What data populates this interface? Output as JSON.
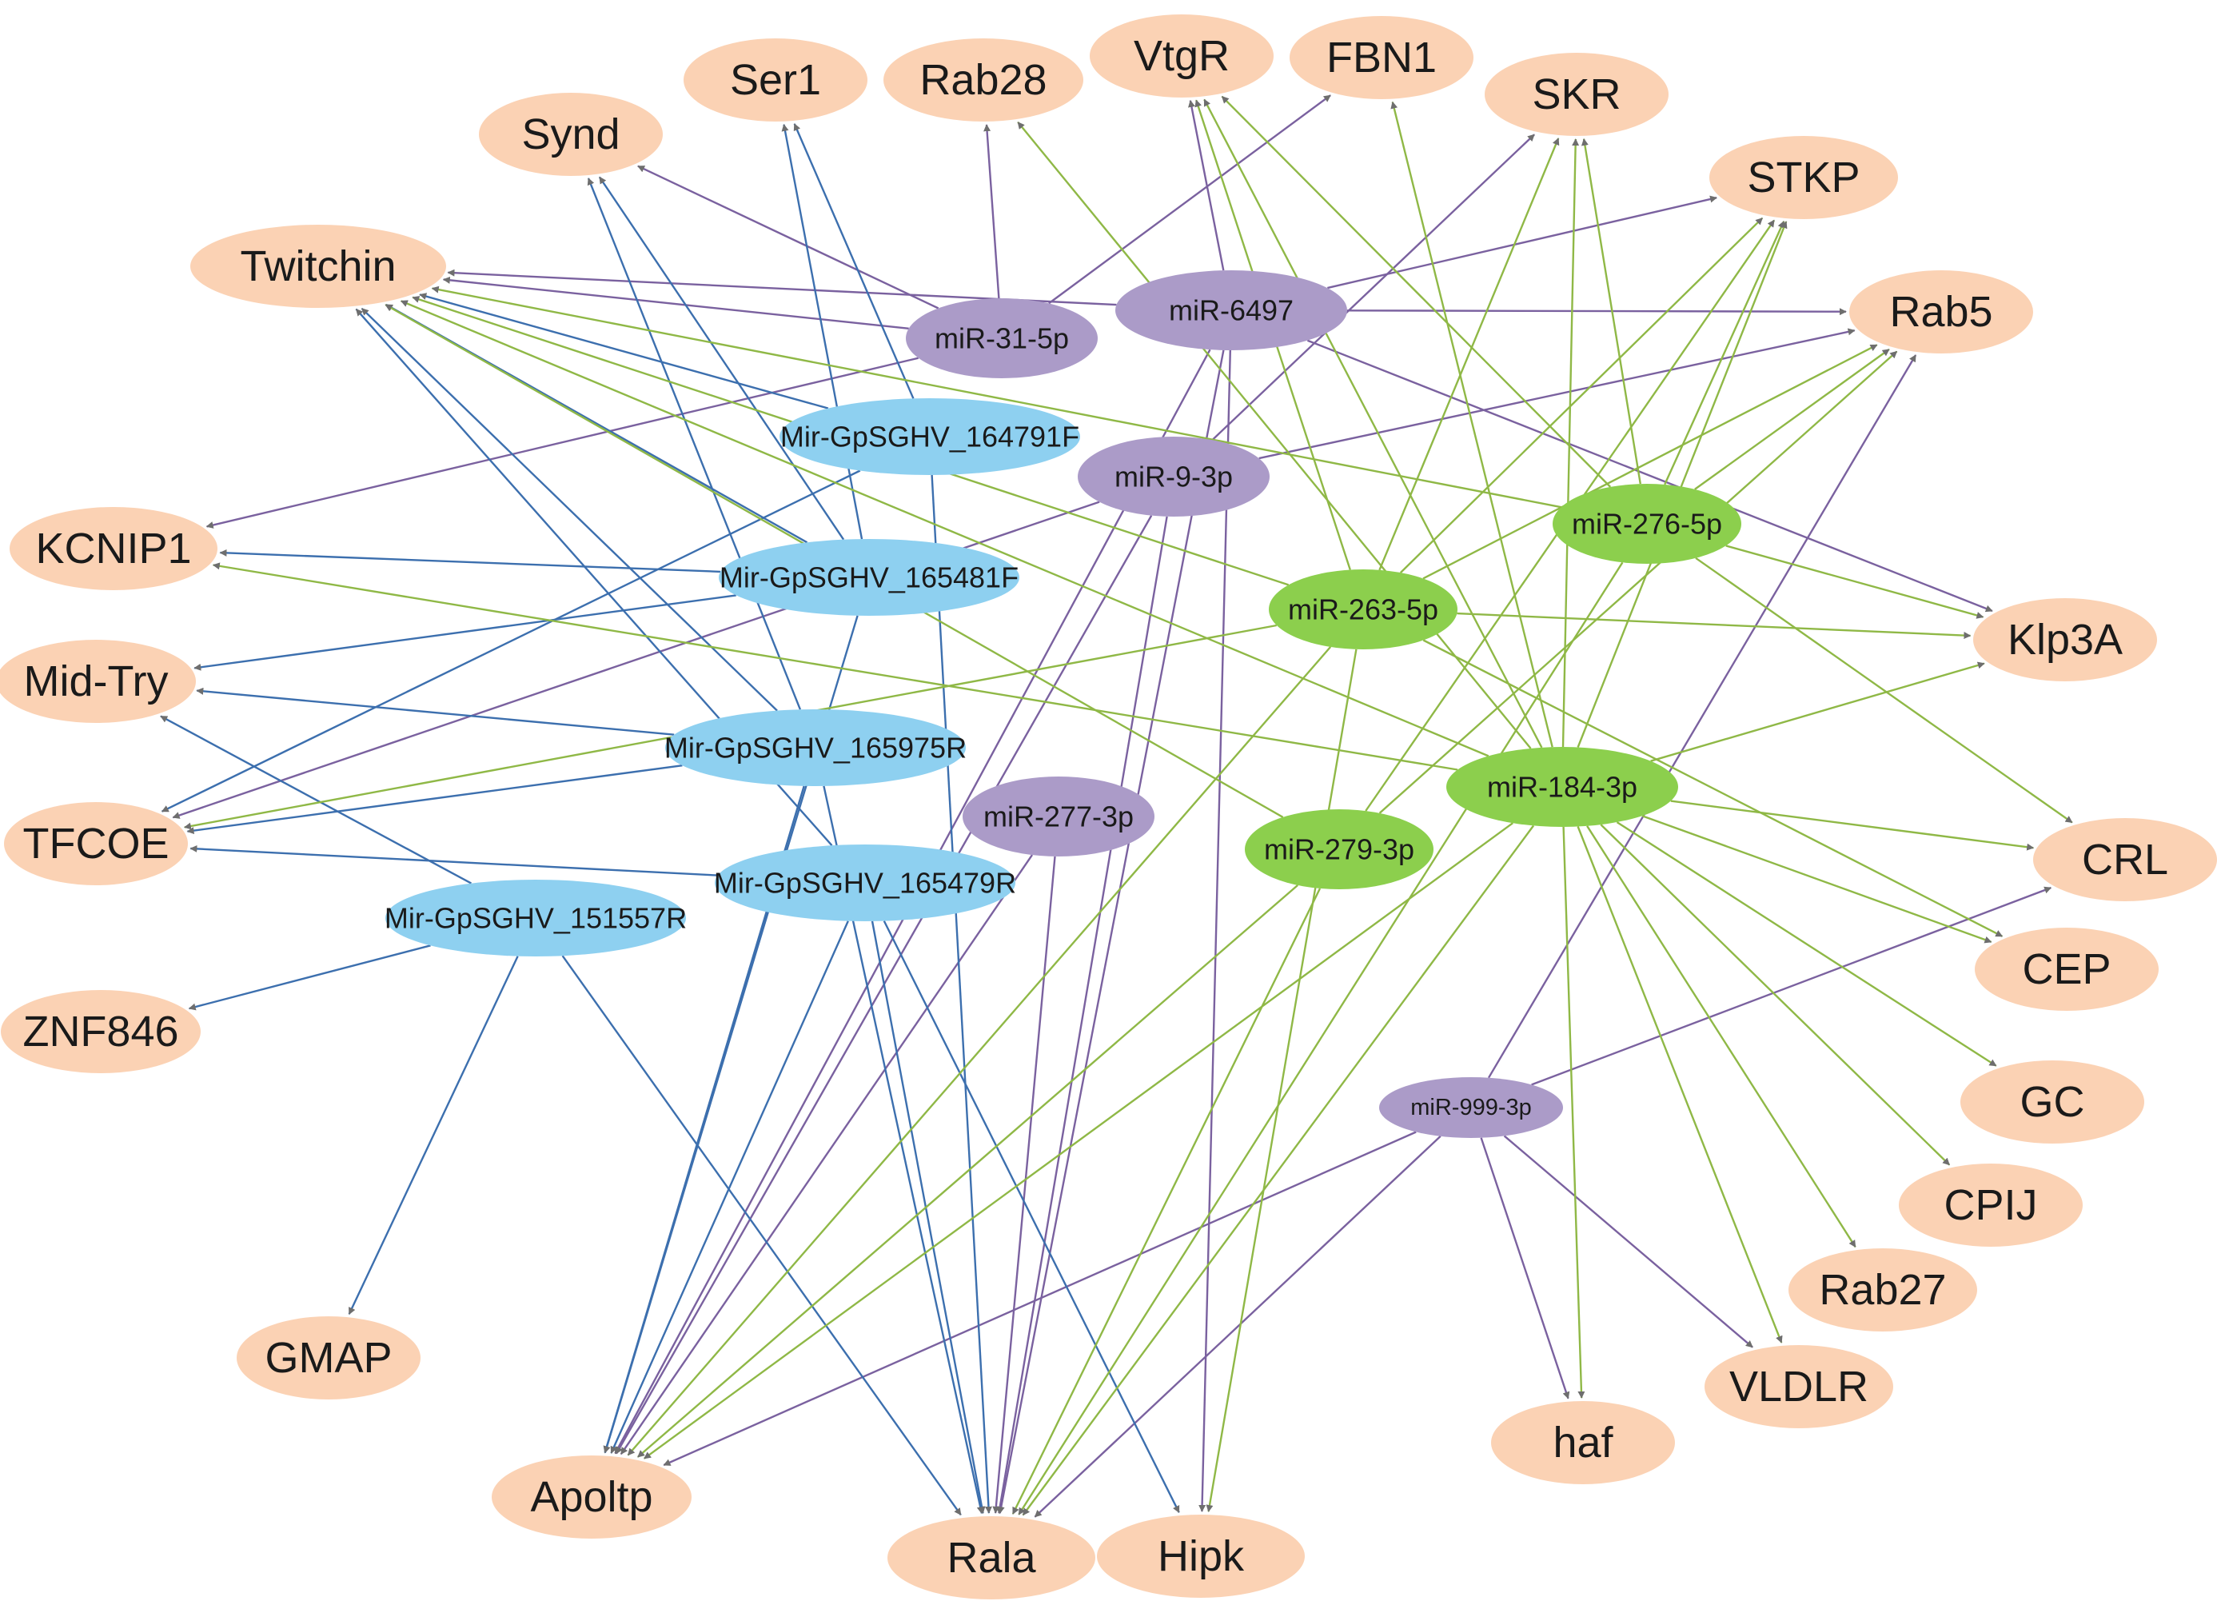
{
  "colors": {
    "target": "#fbd2b4",
    "mirna": {
      "purple": "#ab9bc8",
      "blue": "#8ed0f0",
      "green": "#8ccf4d"
    },
    "edge": {
      "purple": "#7a619f",
      "blue": "#3c6fae",
      "green": "#8fb846"
    },
    "arrow": "#6e6e6e"
  },
  "nodes": [
    {
      "id": "t_synd",
      "label": "Synd",
      "kind": "target"
    },
    {
      "id": "t_ser1",
      "label": "Ser1",
      "kind": "target"
    },
    {
      "id": "t_rab28",
      "label": "Rab28",
      "kind": "target"
    },
    {
      "id": "t_vtgr",
      "label": "VtgR",
      "kind": "target"
    },
    {
      "id": "t_fbn1",
      "label": "FBN1",
      "kind": "target"
    },
    {
      "id": "t_skr",
      "label": "SKR",
      "kind": "target"
    },
    {
      "id": "t_stkp",
      "label": "STKP",
      "kind": "target"
    },
    {
      "id": "t_twitchin",
      "label": "Twitchin",
      "kind": "target"
    },
    {
      "id": "t_rab5",
      "label": "Rab5",
      "kind": "target"
    },
    {
      "id": "t_kcnip1",
      "label": "KCNIP1",
      "kind": "target"
    },
    {
      "id": "t_klp3a",
      "label": "Klp3A",
      "kind": "target"
    },
    {
      "id": "t_midtry",
      "label": "Mid-Try",
      "kind": "target"
    },
    {
      "id": "t_tfcoe",
      "label": "TFCOE",
      "kind": "target"
    },
    {
      "id": "t_crl",
      "label": "CRL",
      "kind": "target"
    },
    {
      "id": "t_cep",
      "label": "CEP",
      "kind": "target"
    },
    {
      "id": "t_znf846",
      "label": "ZNF846",
      "kind": "target"
    },
    {
      "id": "t_gc",
      "label": "GC",
      "kind": "target"
    },
    {
      "id": "t_cpij",
      "label": "CPIJ",
      "kind": "target"
    },
    {
      "id": "t_gmap",
      "label": "GMAP",
      "kind": "target"
    },
    {
      "id": "t_rab27",
      "label": "Rab27",
      "kind": "target"
    },
    {
      "id": "t_vldlr",
      "label": "VLDLR",
      "kind": "target"
    },
    {
      "id": "t_haf",
      "label": "haf",
      "kind": "target"
    },
    {
      "id": "t_apoltp",
      "label": "Apoltp",
      "kind": "target"
    },
    {
      "id": "t_rala",
      "label": "Rala",
      "kind": "target"
    },
    {
      "id": "t_hipk",
      "label": "Hipk",
      "kind": "target"
    },
    {
      "id": "m_31",
      "label": "miR-31-5p",
      "kind": "mirna",
      "color": "purple"
    },
    {
      "id": "m_6497",
      "label": "miR-6497",
      "kind": "mirna",
      "color": "purple"
    },
    {
      "id": "m_9",
      "label": "miR-9-3p",
      "kind": "mirna",
      "color": "purple"
    },
    {
      "id": "m_277",
      "label": "miR-277-3p",
      "kind": "mirna",
      "color": "purple"
    },
    {
      "id": "m_999",
      "label": "miR-999-3p",
      "kind": "mirna",
      "color": "purple"
    },
    {
      "id": "m_164791",
      "label": "Mir-GpSGHV_164791F",
      "kind": "mirna",
      "color": "blue"
    },
    {
      "id": "m_165481",
      "label": "Mir-GpSGHV_165481F",
      "kind": "mirna",
      "color": "blue"
    },
    {
      "id": "m_165975",
      "label": "Mir-GpSGHV_165975R",
      "kind": "mirna",
      "color": "blue"
    },
    {
      "id": "m_165479",
      "label": "Mir-GpSGHV_165479R",
      "kind": "mirna",
      "color": "blue"
    },
    {
      "id": "m_151557",
      "label": "Mir-GpSGHV_151557R",
      "kind": "mirna",
      "color": "blue"
    },
    {
      "id": "m_276",
      "label": "miR-276-5p",
      "kind": "mirna",
      "color": "green"
    },
    {
      "id": "m_263",
      "label": "miR-263-5p",
      "kind": "mirna",
      "color": "green"
    },
    {
      "id": "m_184",
      "label": "miR-184-3p",
      "kind": "mirna",
      "color": "green"
    },
    {
      "id": "m_279",
      "label": "miR-279-3p",
      "kind": "mirna",
      "color": "green"
    }
  ],
  "edges": [
    {
      "source": "m_31",
      "target": "t_synd"
    },
    {
      "source": "m_31",
      "target": "t_rab28"
    },
    {
      "source": "m_31",
      "target": "t_fbn1"
    },
    {
      "source": "m_31",
      "target": "t_twitchin"
    },
    {
      "source": "m_31",
      "target": "t_kcnip1"
    },
    {
      "source": "m_6497",
      "target": "t_vtgr"
    },
    {
      "source": "m_6497",
      "target": "t_stkp"
    },
    {
      "source": "m_6497",
      "target": "t_rab5"
    },
    {
      "source": "m_6497",
      "target": "t_twitchin"
    },
    {
      "source": "m_6497",
      "target": "t_klp3a"
    },
    {
      "source": "m_6497",
      "target": "t_rala"
    },
    {
      "source": "m_6497",
      "target": "t_hipk"
    },
    {
      "source": "m_6497",
      "target": "t_apoltp"
    },
    {
      "source": "m_9",
      "target": "t_skr"
    },
    {
      "source": "m_9",
      "target": "t_rab5"
    },
    {
      "source": "m_9",
      "target": "t_tfcoe"
    },
    {
      "source": "m_9",
      "target": "t_apoltp"
    },
    {
      "source": "m_9",
      "target": "t_rala"
    },
    {
      "source": "m_277",
      "target": "t_rala"
    },
    {
      "source": "m_277",
      "target": "t_apoltp"
    },
    {
      "source": "m_999",
      "target": "t_crl"
    },
    {
      "source": "m_999",
      "target": "t_haf"
    },
    {
      "source": "m_999",
      "target": "t_vldlr"
    },
    {
      "source": "m_999",
      "target": "t_rala"
    },
    {
      "source": "m_999",
      "target": "t_apoltp"
    },
    {
      "source": "m_999",
      "target": "t_rab5"
    },
    {
      "source": "m_164791",
      "target": "t_ser1"
    },
    {
      "source": "m_164791",
      "target": "t_twitchin"
    },
    {
      "source": "m_164791",
      "target": "t_tfcoe"
    },
    {
      "source": "m_164791",
      "target": "t_rala"
    },
    {
      "source": "m_165481",
      "target": "t_synd"
    },
    {
      "source": "m_165481",
      "target": "t_ser1"
    },
    {
      "source": "m_165481",
      "target": "t_twitchin"
    },
    {
      "source": "m_165481",
      "target": "t_kcnip1"
    },
    {
      "source": "m_165481",
      "target": "t_midtry"
    },
    {
      "source": "m_165481",
      "target": "t_apoltp"
    },
    {
      "source": "m_165975",
      "target": "t_synd"
    },
    {
      "source": "m_165975",
      "target": "t_twitchin"
    },
    {
      "source": "m_165975",
      "target": "t_midtry"
    },
    {
      "source": "m_165975",
      "target": "t_tfcoe"
    },
    {
      "source": "m_165975",
      "target": "t_apoltp"
    },
    {
      "source": "m_165975",
      "target": "t_rala"
    },
    {
      "source": "m_165479",
      "target": "t_twitchin"
    },
    {
      "source": "m_165479",
      "target": "t_tfcoe"
    },
    {
      "source": "m_165479",
      "target": "t_apoltp"
    },
    {
      "source": "m_165479",
      "target": "t_rala"
    },
    {
      "source": "m_165479",
      "target": "t_hipk"
    },
    {
      "source": "m_151557",
      "target": "t_midtry"
    },
    {
      "source": "m_151557",
      "target": "t_znf846"
    },
    {
      "source": "m_151557",
      "target": "t_gmap"
    },
    {
      "source": "m_151557",
      "target": "t_rala"
    },
    {
      "source": "m_276",
      "target": "t_vtgr"
    },
    {
      "source": "m_276",
      "target": "t_skr"
    },
    {
      "source": "m_276",
      "target": "t_stkp"
    },
    {
      "source": "m_276",
      "target": "t_rab5"
    },
    {
      "source": "m_276",
      "target": "t_twitchin"
    },
    {
      "source": "m_276",
      "target": "t_klp3a"
    },
    {
      "source": "m_276",
      "target": "t_crl"
    },
    {
      "source": "m_276",
      "target": "t_rala"
    },
    {
      "source": "m_263",
      "target": "t_vtgr"
    },
    {
      "source": "m_263",
      "target": "t_skr"
    },
    {
      "source": "m_263",
      "target": "t_stkp"
    },
    {
      "source": "m_263",
      "target": "t_rab5"
    },
    {
      "source": "m_263",
      "target": "t_twitchin"
    },
    {
      "source": "m_263",
      "target": "t_klp3a"
    },
    {
      "source": "m_263",
      "target": "t_tfcoe"
    },
    {
      "source": "m_263",
      "target": "t_cep"
    },
    {
      "source": "m_263",
      "target": "t_apoltp"
    },
    {
      "source": "m_263",
      "target": "t_hipk"
    },
    {
      "source": "m_184",
      "target": "t_rab28"
    },
    {
      "source": "m_184",
      "target": "t_vtgr"
    },
    {
      "source": "m_184",
      "target": "t_fbn1"
    },
    {
      "source": "m_184",
      "target": "t_skr"
    },
    {
      "source": "m_184",
      "target": "t_stkp"
    },
    {
      "source": "m_184",
      "target": "t_twitchin"
    },
    {
      "source": "m_184",
      "target": "t_kcnip1"
    },
    {
      "source": "m_184",
      "target": "t_klp3a"
    },
    {
      "source": "m_184",
      "target": "t_crl"
    },
    {
      "source": "m_184",
      "target": "t_cep"
    },
    {
      "source": "m_184",
      "target": "t_gc"
    },
    {
      "source": "m_184",
      "target": "t_cpij"
    },
    {
      "source": "m_184",
      "target": "t_rab27"
    },
    {
      "source": "m_184",
      "target": "t_vldlr"
    },
    {
      "source": "m_184",
      "target": "t_haf"
    },
    {
      "source": "m_184",
      "target": "t_apoltp"
    },
    {
      "source": "m_184",
      "target": "t_rala"
    },
    {
      "source": "m_279",
      "target": "t_stkp"
    },
    {
      "source": "m_279",
      "target": "t_rab5"
    },
    {
      "source": "m_279",
      "target": "t_twitchin"
    },
    {
      "source": "m_279",
      "target": "t_apoltp"
    },
    {
      "source": "m_279",
      "target": "t_rala"
    }
  ]
}
